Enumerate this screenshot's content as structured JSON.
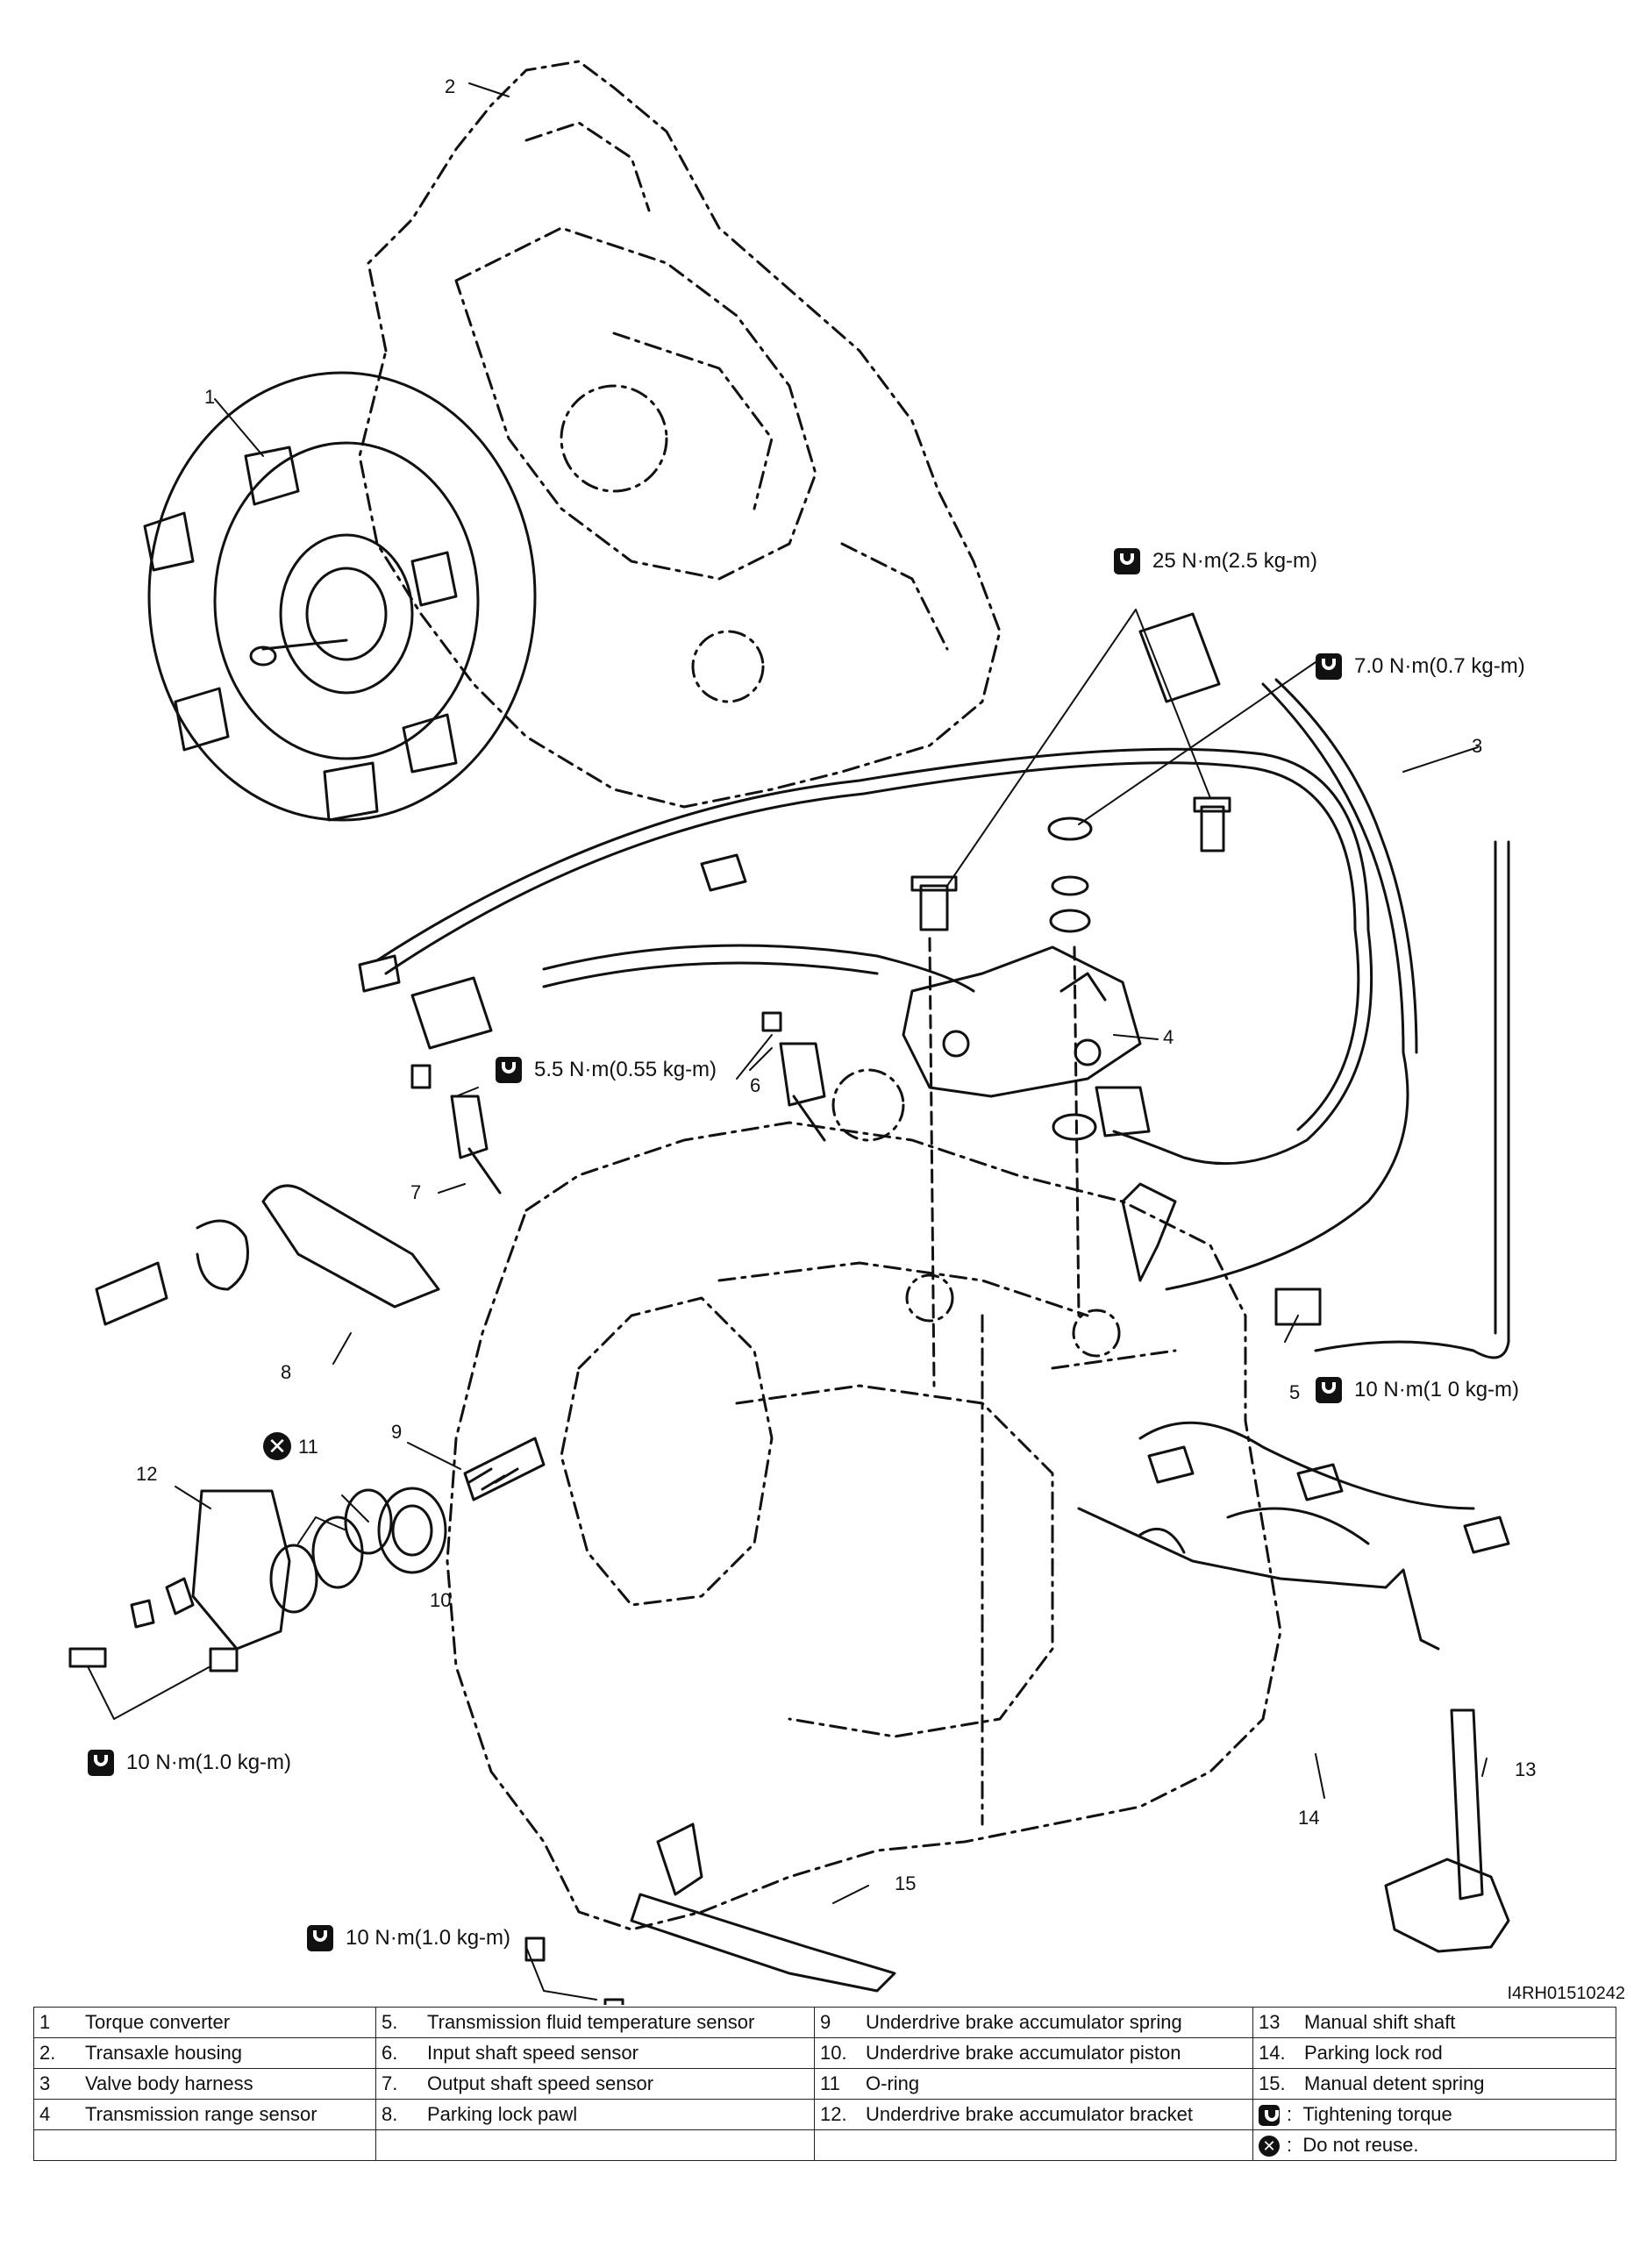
{
  "figure": {
    "code": "I4RH01510242"
  },
  "callouts": {
    "n1": "1",
    "n2": "2",
    "n3": "3",
    "n4": "4",
    "n5": "5",
    "n6": "6",
    "n7": "7",
    "n8": "8",
    "n9": "9",
    "n10": "10",
    "n11": "11",
    "n12": "12",
    "n13": "13",
    "n14": "14",
    "n15": "15"
  },
  "torques": {
    "t25": "25 N·m(2.5 kg-m)",
    "t7": "7.0 N·m(0.7 kg-m)",
    "t55": "5.5 N·m(0.55 kg-m)",
    "t10_sensor": "10 N·m(1 0 kg-m)",
    "t10_bracket": "10 N·m(1.0 kg-m)",
    "t10_spring": "10 N·m(1.0 kg-m)"
  },
  "legend": {
    "rows": [
      [
        {
          "n": "1",
          "t": "Torque converter"
        },
        {
          "n": "5.",
          "t": "Transmission fluid temperature sensor"
        },
        {
          "n": "9",
          "t": "Underdrive brake accumulator spring"
        },
        {
          "n": "13",
          "t": "Manual shift shaft"
        }
      ],
      [
        {
          "n": "2.",
          "t": "Transaxle housing"
        },
        {
          "n": "6.",
          "t": "Input shaft speed sensor"
        },
        {
          "n": "10.",
          "t": "Underdrive brake accumulator piston"
        },
        {
          "n": "14.",
          "t": "Parking lock rod"
        }
      ],
      [
        {
          "n": "3",
          "t": "Valve body harness"
        },
        {
          "n": "7.",
          "t": "Output shaft speed sensor"
        },
        {
          "n": "11",
          "t": "O-ring"
        },
        {
          "n": "15.",
          "t": "Manual detent spring"
        }
      ],
      [
        {
          "n": "4",
          "t": "Transmission range sensor"
        },
        {
          "n": "8.",
          "t": "Parking lock pawl"
        },
        {
          "n": "12.",
          "t": "Underdrive brake accumulator bracket"
        },
        {
          "n": ":",
          "t": "Tightening torque"
        }
      ]
    ],
    "extra": {
      "n": ":",
      "t": "Do not reuse."
    }
  },
  "icons": [
    "tightening-torque-icon",
    "do-not-reuse-icon"
  ]
}
